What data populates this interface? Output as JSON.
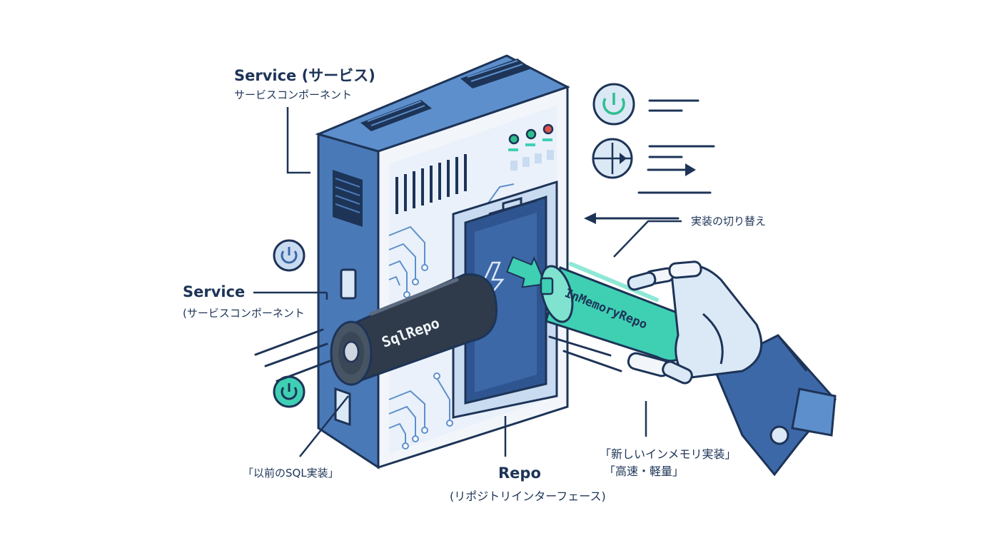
{
  "labels": {
    "service_top_title": "Service (サービス)",
    "service_top_sub": "サービスコンポーネント",
    "service_side_title": "Service",
    "service_side_sub": "(サービスコンポーネント",
    "old_sql_label": "「以前のSQL実装」",
    "repo_title": "Repo",
    "repo_sub": "(リポジトリインターフェース)",
    "new_impl_line1": "「新しいインメモリ実装」",
    "new_impl_line2": "「高速・軽量」",
    "switch_label": "実装の切り替え"
  },
  "batteries": {
    "old": "SqlRepo",
    "new": "InMemoryRepo"
  },
  "icons": [
    "power-icon",
    "circuit-switch-icon",
    "power-icon",
    "power-icon",
    "lightning-icon",
    "robot-hand-icon",
    "server-box-icon"
  ],
  "colors": {
    "navy": "#1d3457",
    "blue": "#4a79b8",
    "light_blue": "#dbe8f6",
    "teal": "#3fd0b4",
    "dark_battery": "#2f3b4a",
    "green_led": "#2fbf8f",
    "red_led": "#e0524a"
  }
}
